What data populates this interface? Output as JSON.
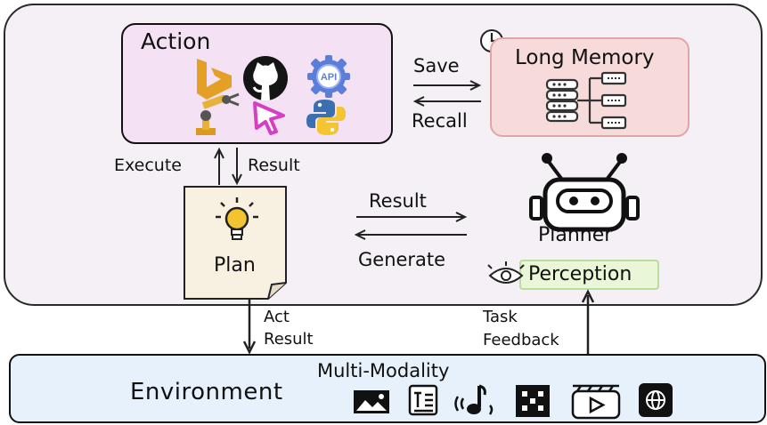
{
  "action": {
    "title": "Action",
    "tools": [
      "bing-icon",
      "github-icon",
      "api-icon",
      "robot-arm-icon",
      "cursor-icon",
      "python-icon"
    ]
  },
  "memory": {
    "title": "Long Memory",
    "save_label": "Save",
    "recall_label": "Recall"
  },
  "links": {
    "execute_label": "Execute",
    "result_label": "Result",
    "plan_to_planner_label": "Result",
    "generate_label": "Generate",
    "act_result_line1": "Act",
    "act_result_line2": "Result",
    "task_feedback_line1": "Task",
    "task_feedback_line2": "Feedback"
  },
  "plan": {
    "title": "Plan"
  },
  "planner": {
    "title": "Planner"
  },
  "perception": {
    "title": "Perception"
  },
  "environment": {
    "title": "Environment",
    "modality_title": "Multi-Modality",
    "modalities": [
      "image-icon",
      "text-icon",
      "audio-icon",
      "qr-code-icon",
      "video-icon",
      "web-icon"
    ]
  },
  "colors": {
    "action_fill": "#f4e1f3",
    "memory_fill": "#f7dada",
    "perception_fill": "#e9f7d8",
    "environment_fill": "#e6f1fb",
    "panel_fill": "#f4f0f5"
  }
}
